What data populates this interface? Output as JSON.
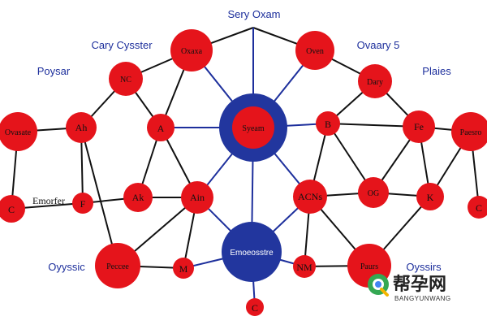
{
  "title": "Sery Oxam",
  "side_labels": {
    "top_left": "Cary Cysster",
    "left": "Poysar",
    "top_right": "Ovaary 5",
    "right": "Plaies",
    "bottom_left": "Oyyssic",
    "bottom_right": "Oyssirs",
    "left_mid": "Emorfer"
  },
  "nodes": {
    "oxaxa": "Oxaxa",
    "oven": "Oven",
    "nc": "NC",
    "dary": "Dary",
    "ovasate": "Ovasate",
    "ah": "Ah",
    "a": "A",
    "system": "Syeam",
    "b": "B",
    "fe": "Fe",
    "paesro": "Paesro",
    "c_left": "C",
    "f": "F",
    "ak": "Ak",
    "ain": "Ain",
    "acns": "ACNs",
    "og": "OG",
    "k": "K",
    "c_right": "C",
    "peccee": "Peccee",
    "m": "M",
    "emo": "Emoeosstre",
    "nm": "NM",
    "paurs": "Paurs",
    "c_bottom": "C"
  },
  "watermark": {
    "brand": "帮孕网",
    "sub": "BANGYUNWANG"
  },
  "colors": {
    "node_red": "#e5141b",
    "node_blue": "#22369e",
    "edge_black": "#111111",
    "edge_blue": "#1d2f9c",
    "label_blue": "#1d2f9c"
  }
}
